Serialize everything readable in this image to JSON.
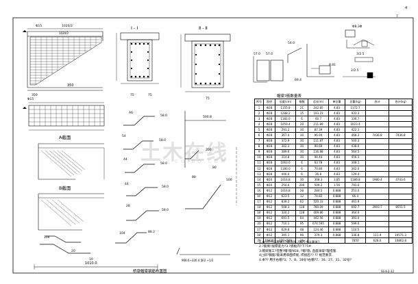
{
  "sheet": {
    "title": "桥墩帽梁钢筋布置图",
    "sheet_number": "SS-Ⅱ-2-32",
    "corner_number_top": "4",
    "corner_number_second": "7"
  },
  "watermark": {
    "brand": "土木在线",
    "sub": "COIBO.COM"
  },
  "views": {
    "section_1": "Ⅰ - Ⅰ",
    "section_2": "Ⅱ - Ⅱ",
    "plan_a_label": "A截面",
    "plan_b_label": "B截面",
    "dim_1020_2": "1020/2",
    "dim_350": "350",
    "dim_1010": "1010.0",
    "dim_bottom": "966.6~326.4 净/2 ~1/2",
    "dim_500": "500.8",
    "dim_80": "80"
  },
  "table": {
    "title": "帽梁?筋数量表",
    "headers": [
      "序号",
      "直径",
      "长度(cm)",
      "根数",
      "总长(m)",
      "单位重",
      "总重(kg)",
      "合计",
      "合计(kg)"
    ],
    "rows": [
      [
        "1",
        "Φ28",
        "1155.8",
        "21",
        "242.85",
        "4.83",
        "1172.7",
        "",
        ""
      ],
      [
        "2",
        "Φ28",
        "1288.2",
        "15",
        "193.23",
        "4.83",
        "933.3",
        "",
        ""
      ],
      [
        "3",
        "Φ28",
        "1182.0",
        "6",
        "60.7",
        "4.83",
        "336.7",
        "",
        ""
      ],
      [
        "4",
        "Φ28",
        "1059.4",
        "20",
        "211.89",
        "4.83",
        "1023.4",
        "",
        ""
      ],
      [
        "5",
        "Φ28",
        "291.2",
        "30",
        "87.39",
        "4.83",
        "422.1",
        "",
        ""
      ],
      [
        "6",
        "Φ28",
        "367.0",
        "30",
        "96.94",
        "4.83",
        "468.2",
        "7436.8",
        "7436.8"
      ],
      [
        "7",
        "Φ28",
        "372.9",
        "30",
        "111.87",
        "4.83",
        "540.3",
        "",
        ""
      ],
      [
        "8",
        "Φ28",
        "302.3",
        "30",
        "90.69",
        "4.83",
        "438.0",
        "",
        ""
      ],
      [
        "9",
        "Φ28",
        "389.6",
        "30",
        "116.88",
        "4.83",
        "564.5",
        "",
        ""
      ],
      [
        "10",
        "Φ28",
        "314.8",
        "30",
        "94.44",
        "4.83",
        "456.1",
        "",
        ""
      ],
      [
        "11",
        "Φ28",
        "1063.0",
        "6",
        "63.78",
        "4.83",
        "308.1",
        "",
        ""
      ],
      [
        "12",
        "Φ28",
        "1180.0",
        "6",
        "70.80",
        "4.83",
        "342.0",
        "",
        ""
      ],
      [
        "13",
        "Φ28",
        "446.0",
        "6",
        "26.8",
        "4.83",
        "129.4",
        "",
        ""
      ],
      [
        "14",
        "Φ20",
        "1016.8",
        "30",
        "308.3",
        "3.85",
        "1186.8",
        "1980.4",
        "4743.6"
      ],
      [
        "15",
        "Φ20",
        "254.6",
        "200",
        "509.2",
        "1.56",
        "793.6",
        "",
        ""
      ],
      [
        "16",
        "Φ12",
        "1016.8",
        "28",
        "284.5",
        "0.888",
        "253.0",
        "",
        ""
      ],
      [
        "16'",
        "Φ12",
        "623.5",
        "12",
        "74.82",
        "0.888",
        "66.4",
        "",
        ""
      ],
      [
        "17",
        "Φ12",
        "839.2",
        "62",
        "520.33",
        "0.888",
        "461.9",
        "",
        ""
      ],
      [
        "18",
        "Φ12",
        "508.3",
        "128",
        "780.09",
        "0.888",
        "692.7",
        "2903.7",
        "8551.5"
      ],
      [
        "18'",
        "Φ12",
        "320.2",
        "128",
        "409.86",
        "0.888",
        "364.0",
        "",
        ""
      ],
      [
        "19",
        "Φ12",
        "691.5",
        "64",
        "442.56",
        "0.888",
        "393.0",
        "",
        ""
      ],
      [
        "20",
        "Φ12",
        "710.1",
        "95",
        "674.595",
        "0.888",
        "599.0",
        "",
        ""
      ],
      [
        "17'",
        "Φ12",
        "629.8",
        "48",
        "124.46",
        "0.888",
        "110.5",
        "",
        ""
      ],
      [
        "18'",
        "Φ12",
        "395.1",
        "96",
        "379.3",
        "0.888",
        "336.8",
        "111.9",
        "10571.3"
      ],
      [
        "20",
        "15030",
        "320×500",
        "16",
        "",
        "",
        "7850",
        "628.0",
        "10862.8"
      ]
    ]
  },
  "notes": [
    "1.本?尺寸以厘米?,?筋直径,?筋尺寸以毫米?.",
    "2.?筋保?层厚度为?3.?底板内?下?5#.",
    "3.帽梁施工?在整?帽?筋N18, ?帽?筋, 直座采取?理措施.",
    "  4□斜?钢筋?筋采用单面焊接, 焊接后?? ?? 规范要求.",
    "4.本?? 用于右帽?3、7、8、18号?右帽?7、16、27、31、32号?"
  ]
}
